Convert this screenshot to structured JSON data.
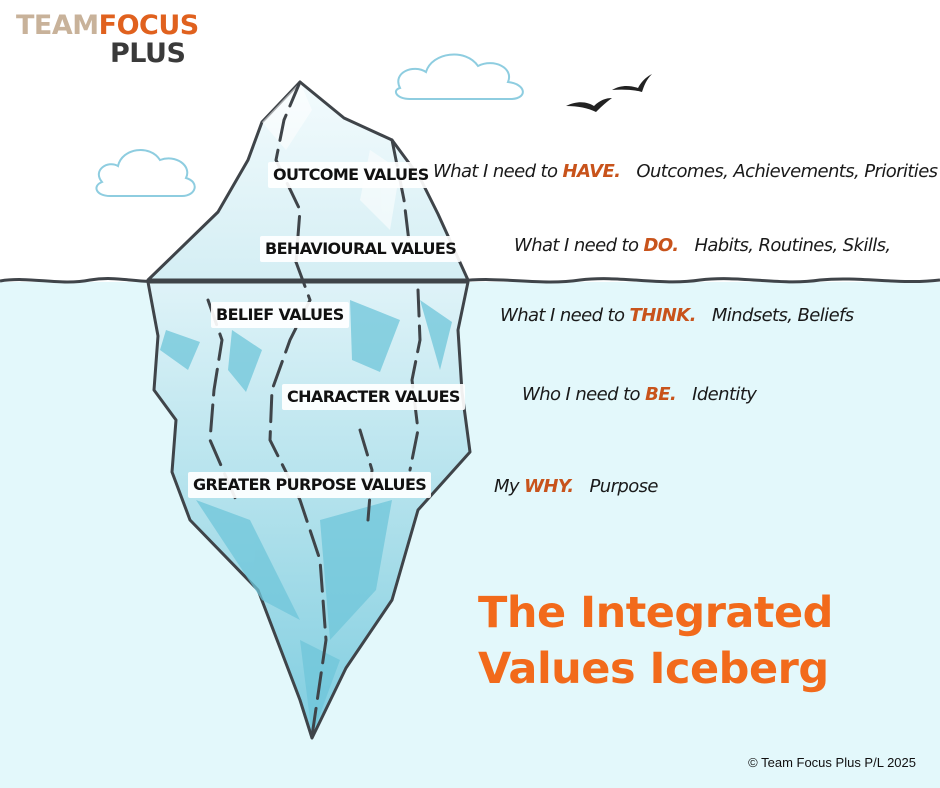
{
  "logo": {
    "word1": "TEAM",
    "word2": "FOCUS",
    "word3": "PLUS"
  },
  "iceberg_labels": [
    "OUTCOME VALUES",
    "BEHAVIOURAL VALUES",
    "BELIEF VALUES",
    "CHARACTER VALUES",
    "GREATER PURPOSE VALUES"
  ],
  "descriptions": [
    {
      "prefix": "What I need to ",
      "keyword": "HAVE.",
      "detail": "Outcomes, Achievements, Priorities"
    },
    {
      "prefix": "What I need to ",
      "keyword": "DO.",
      "detail": "Habits, Routines, Skills,"
    },
    {
      "prefix": "What I need to ",
      "keyword": "THINK.",
      "detail": "Mindsets, Beliefs"
    },
    {
      "prefix": "Who I need to ",
      "keyword": "BE.",
      "detail": "Identity"
    },
    {
      "prefix": "My ",
      "keyword": "WHY.",
      "detail": "Purpose"
    }
  ],
  "title": {
    "line1": "The Integrated",
    "line2": "Values Iceberg"
  },
  "copyright": "© Team Focus Plus P/L 2025",
  "colors": {
    "accent": "#f26a1b",
    "keyword": "#c8531b",
    "water": "#e3f8fb",
    "ice_dark": "#6fc6da",
    "ice_light": "#c9edf5"
  }
}
